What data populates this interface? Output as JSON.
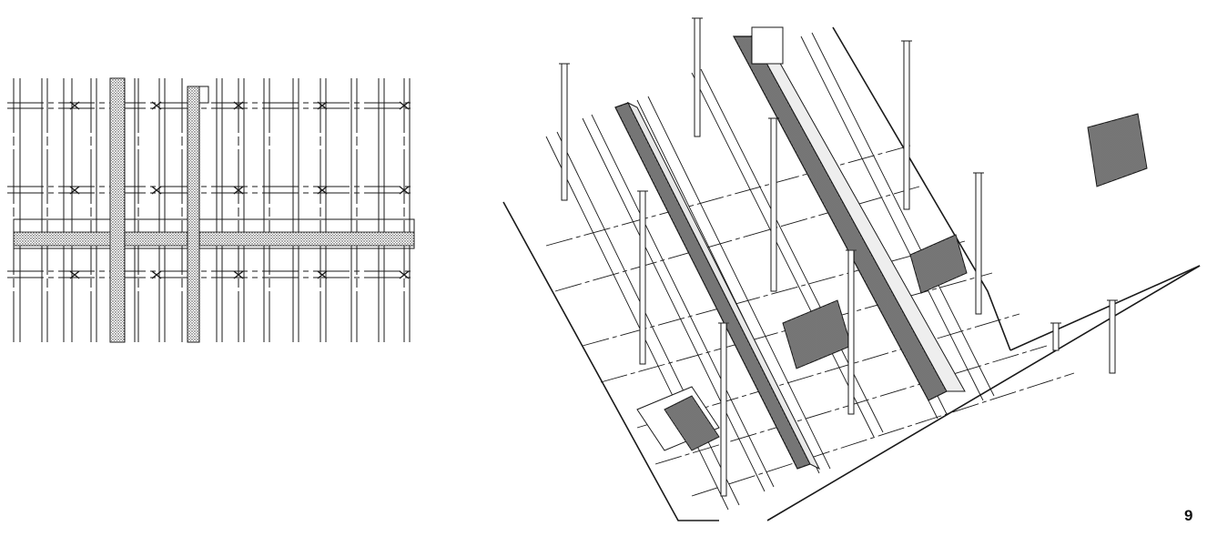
{
  "page": {
    "number": "9"
  },
  "colors": {
    "ink": "#1a1a1a",
    "hatch": "#2a2a2a",
    "paper": "#ffffff"
  },
  "drawings": [
    {
      "kind": "structural-plan"
    },
    {
      "kind": "structural-axonometric"
    }
  ]
}
